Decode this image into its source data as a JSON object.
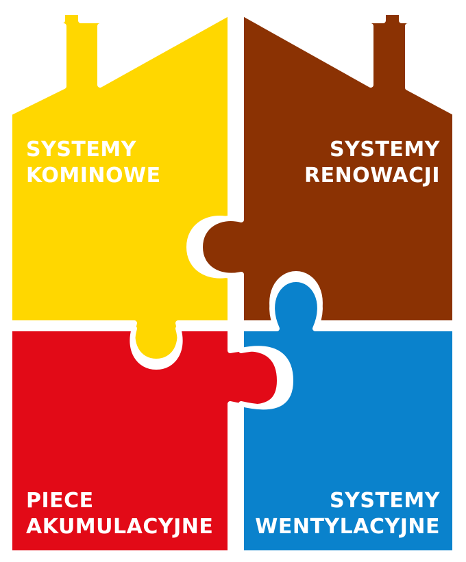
{
  "colors": {
    "yellow": "#ffd700",
    "brown": "#8b3203",
    "red": "#e20a17",
    "blue": "#0a82cc",
    "background": "#ffffff"
  },
  "pieces": {
    "top_left": {
      "line1": "SYSTEMY",
      "line2": "KOMINOWE",
      "color": "yellow"
    },
    "top_right": {
      "line1": "SYSTEMY",
      "line2": "RENOWACJI",
      "color": "brown"
    },
    "bottom_left": {
      "line1": "PIECE",
      "line2": "AKUMULACYJNE",
      "color": "red"
    },
    "bottom_right": {
      "line1": "SYSTEMY",
      "line2": "WENTYLACYJNE",
      "color": "blue"
    }
  }
}
